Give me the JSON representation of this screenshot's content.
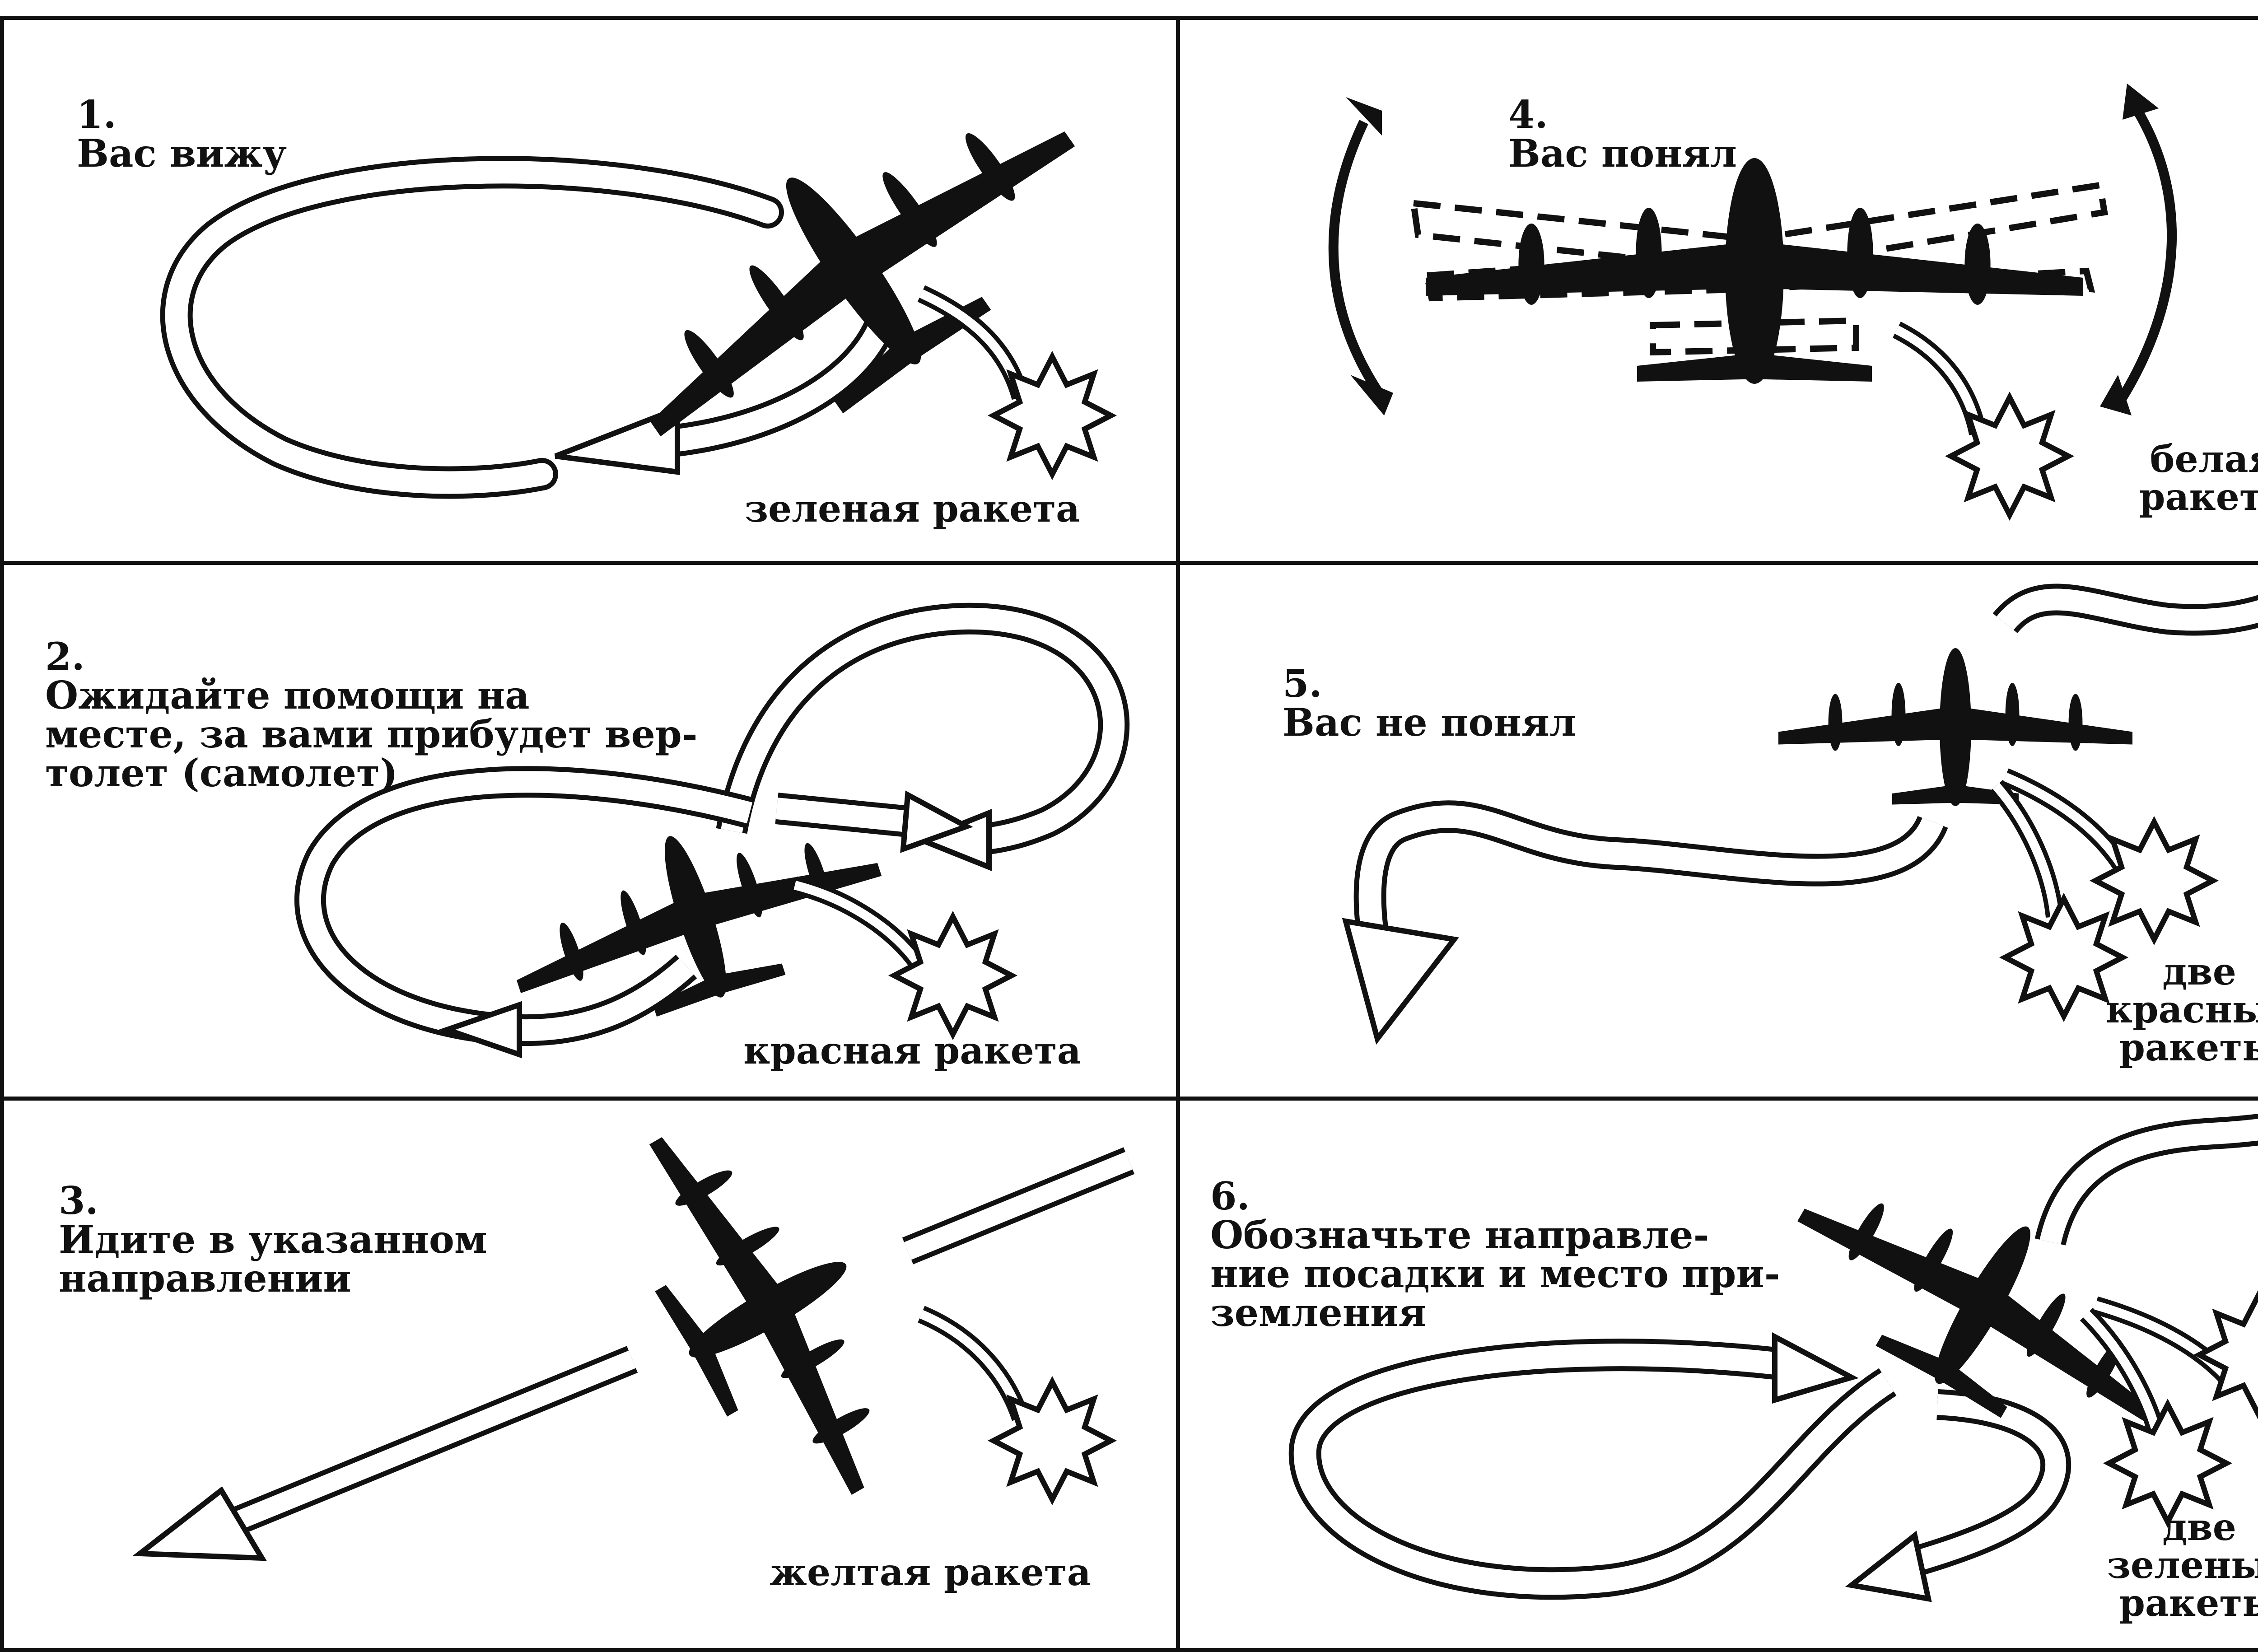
{
  "panels": [
    {
      "number": "1.",
      "title": "Вас вижу",
      "caption": "зеленая ракета",
      "flare_count": 1,
      "maneuver": "circle"
    },
    {
      "number": "2.",
      "title": "Ожидайте помощи на\nместе, за вами прибудет вер-\nтолет (самолет)",
      "caption": "красная ракета",
      "flare_count": 1,
      "maneuver": "figure-eight"
    },
    {
      "number": "3.",
      "title": "Идите в указанном\nнаправлении",
      "caption": "желтая ракета",
      "flare_count": 1,
      "maneuver": "straight-flight"
    },
    {
      "number": "4.",
      "title": "Вас понял",
      "caption": "белая\nракета",
      "flare_count": 1,
      "maneuver": "wing-rocking"
    },
    {
      "number": "5.",
      "title": "Вас не понял",
      "caption": "две\nкрасные\nракеты",
      "flare_count": 2,
      "maneuver": "snake"
    },
    {
      "number": "6.",
      "title": "Обозначьте направле-\nние посадки и место при-\nземления",
      "caption": "две\nзеленые\nракеты",
      "flare_count": 2,
      "maneuver": "loop-landing"
    }
  ],
  "colors": {
    "ink": "#111111",
    "paper": "#ffffff"
  }
}
